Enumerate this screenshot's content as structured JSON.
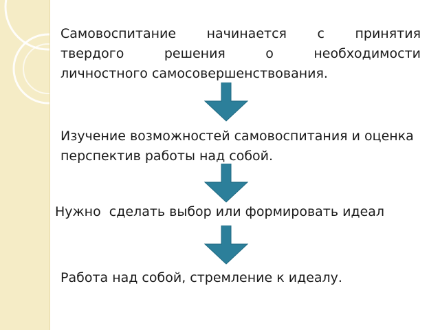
{
  "slide": {
    "step1": {
      "line1": [
        "Самовоспитание",
        "начинается",
        "с",
        "принятия"
      ],
      "line2": [
        "твердого",
        "решения",
        "о",
        "необходимости"
      ],
      "line3": "личностного самосовершенствования."
    },
    "step2": {
      "line1": "Изучение возможностей самовоспитания и оценка",
      "line2": "перспектив работы над собой."
    },
    "step3": "Нужно  сделать выбор или формировать идеал",
    "step4": "Работа над собой, стремление к идеалу."
  },
  "colors": {
    "arrow_fill": "#2c7f9a",
    "sidebar": "#f5ecc6",
    "sidebar_circles": "#ffffff"
  },
  "icons": [
    "down-arrow-icon"
  ]
}
